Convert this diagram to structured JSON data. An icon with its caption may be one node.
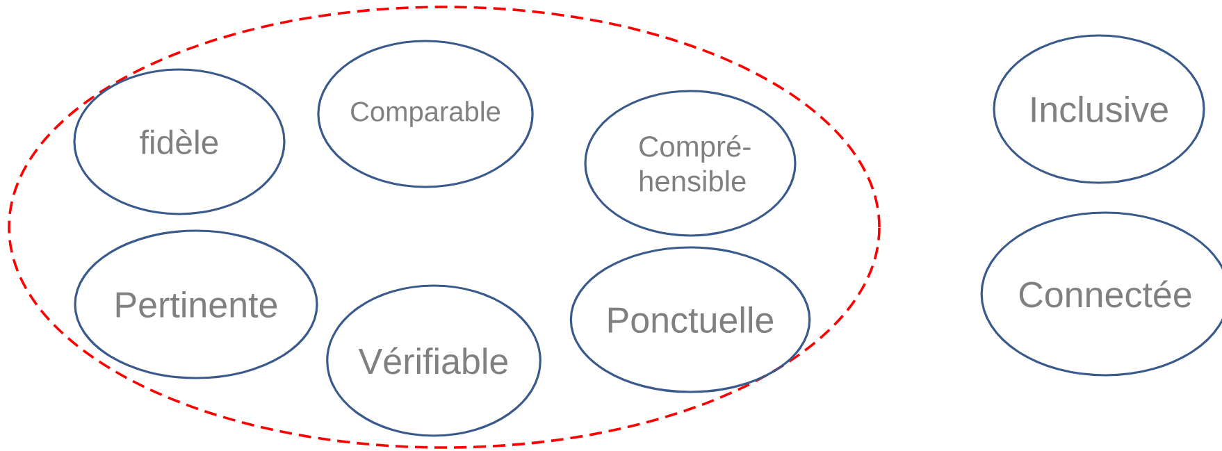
{
  "diagram": {
    "nodes": [
      {
        "text": [],
        "shape": "ellipse"
      },
      {
        "text": [
          "fidèle"
        ],
        "in": 0
      },
      {
        "text": [
          "Comparable"
        ],
        "in": 0
      },
      {
        "text": [
          "Compré- hensible"
        ],
        "in": 0
      },
      {
        "text": [
          "Pertinente"
        ],
        "in": 0
      },
      {
        "text": [
          "Vérifiable"
        ],
        "in": 0
      },
      {
        "text": [
          "Ponctuelle"
        ],
        "in": 0
      },
      {
        "text": [
          "Inclusive"
        ]
      },
      {
        "text": [
          "Connectée"
        ]
      }
    ]
  }
}
